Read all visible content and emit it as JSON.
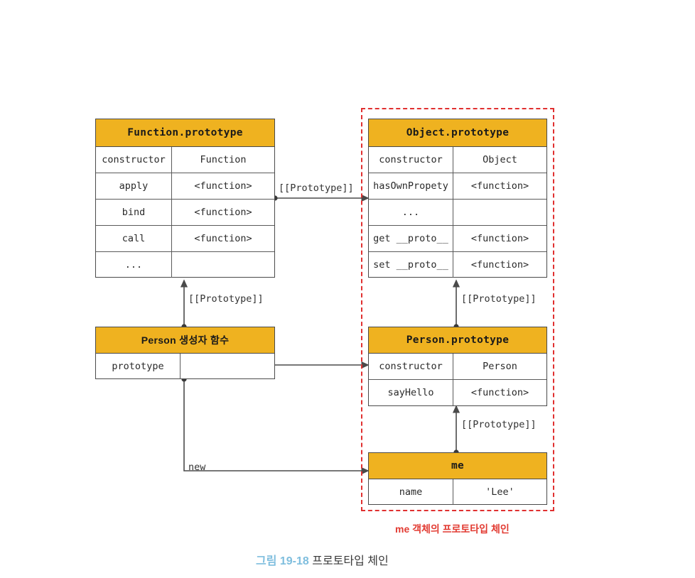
{
  "figure": {
    "caption_number": "그림 19-18",
    "caption_text": "프로토타입 체인",
    "region_label": "me 객체의 프로토타입 체인",
    "accent_yellow": "#EFB220",
    "accent_red": "#e23b32",
    "caption_blue": "#7fbede"
  },
  "boxes": {
    "function_prototype": {
      "title": "Function.prototype",
      "rows": [
        {
          "key": "constructor",
          "value": "Function"
        },
        {
          "key": "apply",
          "value": "<function>"
        },
        {
          "key": "bind",
          "value": "<function>"
        },
        {
          "key": "call",
          "value": "<function>"
        },
        {
          "key": "...",
          "value": ""
        }
      ]
    },
    "object_prototype": {
      "title": "Object.prototype",
      "rows": [
        {
          "key": "constructor",
          "value": "Object"
        },
        {
          "key": "hasOwnPropety",
          "value": "<function>"
        },
        {
          "key": "...",
          "value": ""
        },
        {
          "key": "get __proto__",
          "value": "<function>"
        },
        {
          "key": "set __proto__",
          "value": "<function>"
        }
      ]
    },
    "person_constructor": {
      "title": "Person 생성자 함수",
      "rows": [
        {
          "key": "prototype",
          "value": ""
        }
      ]
    },
    "person_prototype": {
      "title": "Person.prototype",
      "rows": [
        {
          "key": "constructor",
          "value": "Person"
        },
        {
          "key": "sayHello",
          "value": "<function>"
        }
      ]
    },
    "me_object": {
      "title": "me",
      "rows": [
        {
          "key": "name",
          "value": "'Lee'"
        }
      ]
    }
  },
  "edges": {
    "function_to_object": "[[Prototype]]",
    "person_fn_to_function_proto": "[[Prototype]]",
    "person_proto_to_object_proto": "[[Prototype]]",
    "me_to_person_proto": "[[Prototype]]",
    "new_instance": "new"
  }
}
